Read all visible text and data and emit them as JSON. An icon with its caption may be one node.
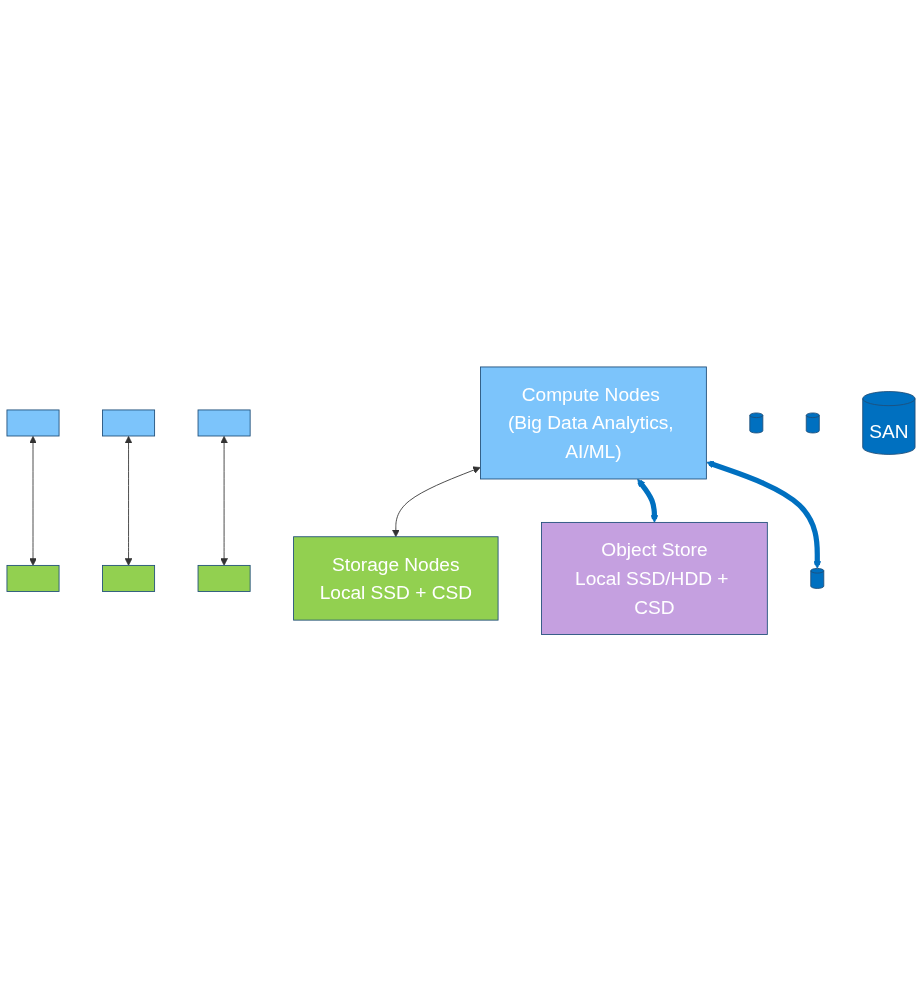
{
  "diagram": {
    "nodes": [
      {
        "text": [],
        "shape": "box"
      },
      {
        "text": [],
        "shape": "box"
      },
      {
        "text": [],
        "shape": "box"
      },
      {
        "text": [
          "Compute Nodes (Big Data Analytics, AI/ML)"
        ]
      },
      {
        "text": [],
        "shape": "box"
      },
      {
        "text": [],
        "shape": "box"
      },
      {
        "text": [],
        "shape": "box"
      },
      {
        "text": [
          "Storage Nodes",
          "Local SSD + CSD"
        ]
      },
      {
        "text": [],
        "shape": "cylinder"
      },
      {
        "text": [],
        "shape": "cylinder"
      },
      {
        "text": [],
        "shape": "cylinder"
      },
      {
        "text": [
          "SAN"
        ]
      },
      {
        "text": [
          "Object Store",
          "Local SSD/HDD + CSD"
        ]
      }
    ],
    "edges": [
      {
        "from": 0,
        "to": 4,
        "arrow": "both"
      },
      {
        "from": 1,
        "to": 5,
        "arrow": "both"
      },
      {
        "from": 2,
        "to": 6,
        "arrow": "both"
      },
      {
        "from": 3,
        "to": 7,
        "arrow": "both"
      },
      {
        "from": 3,
        "to": 12,
        "arrow": "both",
        "style": "thick",
        "color": "#0070c0"
      },
      {
        "from": 3,
        "to": 8,
        "arrow": "both",
        "style": "thick",
        "color": "#0070c0"
      }
    ]
  }
}
